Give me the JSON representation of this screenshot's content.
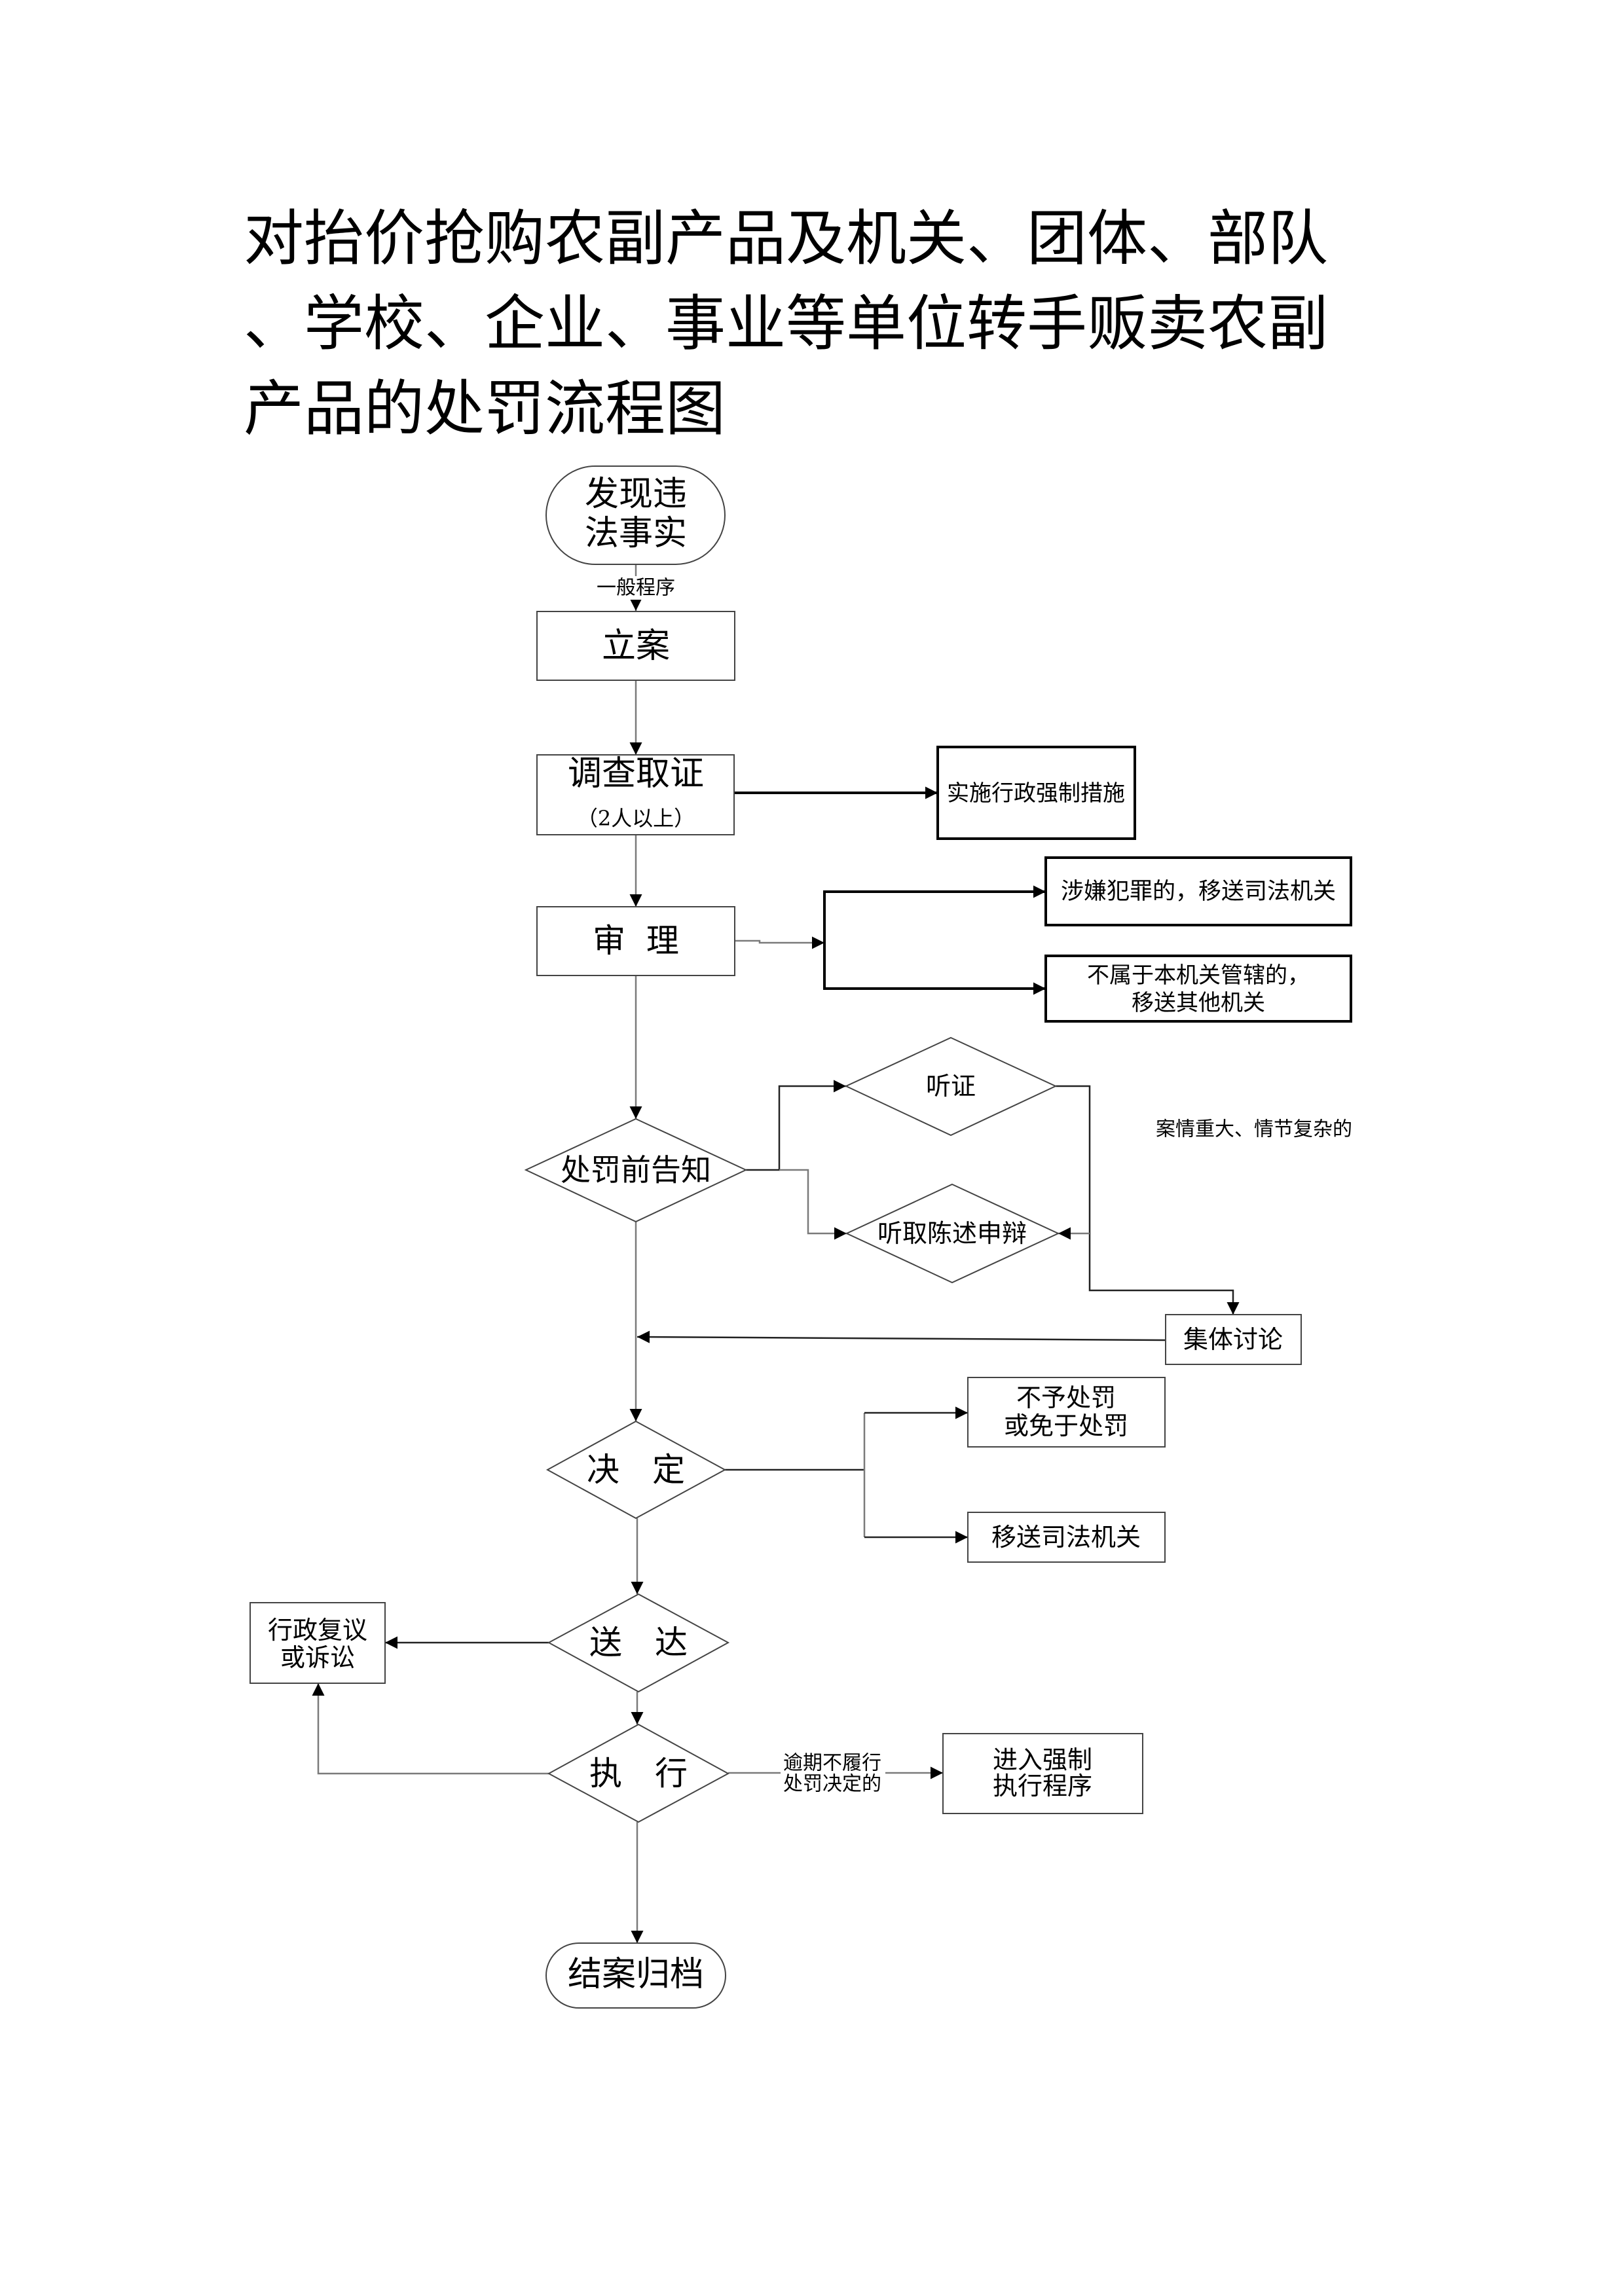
{
  "title_lines": [
    "对抬价抢购农副产品及机关、团体、部队",
    "、学校、企业、事业等单位转手贩卖农副",
    "产品的处罚流程图"
  ],
  "flowchart": {
    "start": {
      "lines": [
        "发现违",
        "法事实"
      ]
    },
    "general_procedure_label": "一般程序",
    "filing": "立案",
    "investigation": {
      "title": "调查取证",
      "note": "（2人以上）"
    },
    "coercive_measures": "实施行政强制措施",
    "review": "审  理",
    "transfer_judicial_crime": "涉嫌犯罪的，移送司法机关",
    "transfer_other_agency": {
      "lines": [
        "不属于本机关管辖的，",
        "移送其他机关"
      ]
    },
    "pre_penalty_notice": "处罚前告知",
    "hearing": "听证",
    "statement_defense": "听取陈述申辩",
    "major_case_label": "案情重大、情节复杂的",
    "collective_discussion": "集体讨论",
    "decision": "决　定",
    "no_penalty": {
      "lines": [
        "不予处罚",
        "或免于处罚"
      ]
    },
    "transfer_judicial": "移送司法机关",
    "service": "送　达",
    "reconsideration": {
      "lines": [
        "行政复议",
        "或诉讼"
      ]
    },
    "execution": "执　行",
    "overdue_label": {
      "lines": [
        "逾期不履行",
        "处罚决定的"
      ]
    },
    "enforcement": {
      "lines": [
        "进入强制",
        "执行程序"
      ]
    },
    "close": "结案归档"
  },
  "colors": {
    "connector": "#7a7a7a",
    "emphasis": "#000000",
    "border": "#444444"
  }
}
